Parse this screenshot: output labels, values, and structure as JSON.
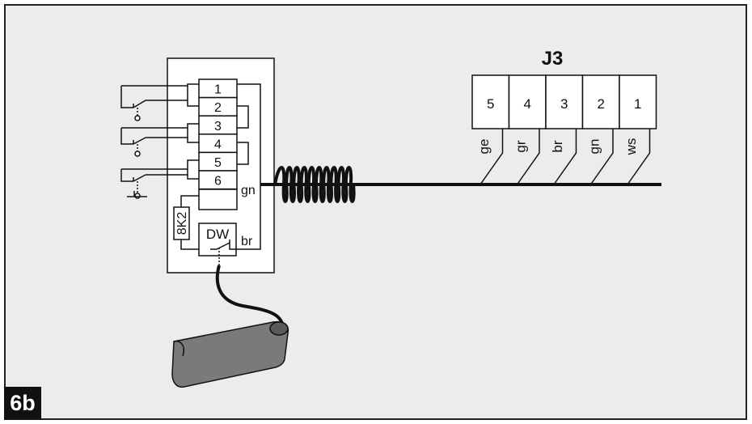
{
  "figure_label": "6b",
  "module": {
    "terminals": [
      "1",
      "2",
      "3",
      "4",
      "5",
      "6"
    ],
    "resistor_label": "8K2",
    "switch_label": "DW",
    "wire_gn": "gn",
    "wire_br": "br"
  },
  "connector": {
    "title": "J3",
    "pins": [
      "5",
      "4",
      "3",
      "2",
      "1"
    ],
    "wires": [
      "ge",
      "gr",
      "br",
      "gn",
      "ws"
    ]
  },
  "colors": {
    "background": "#ececec",
    "line": "#111111",
    "sensor": "#7a7a7a",
    "box": "#ffffff"
  }
}
